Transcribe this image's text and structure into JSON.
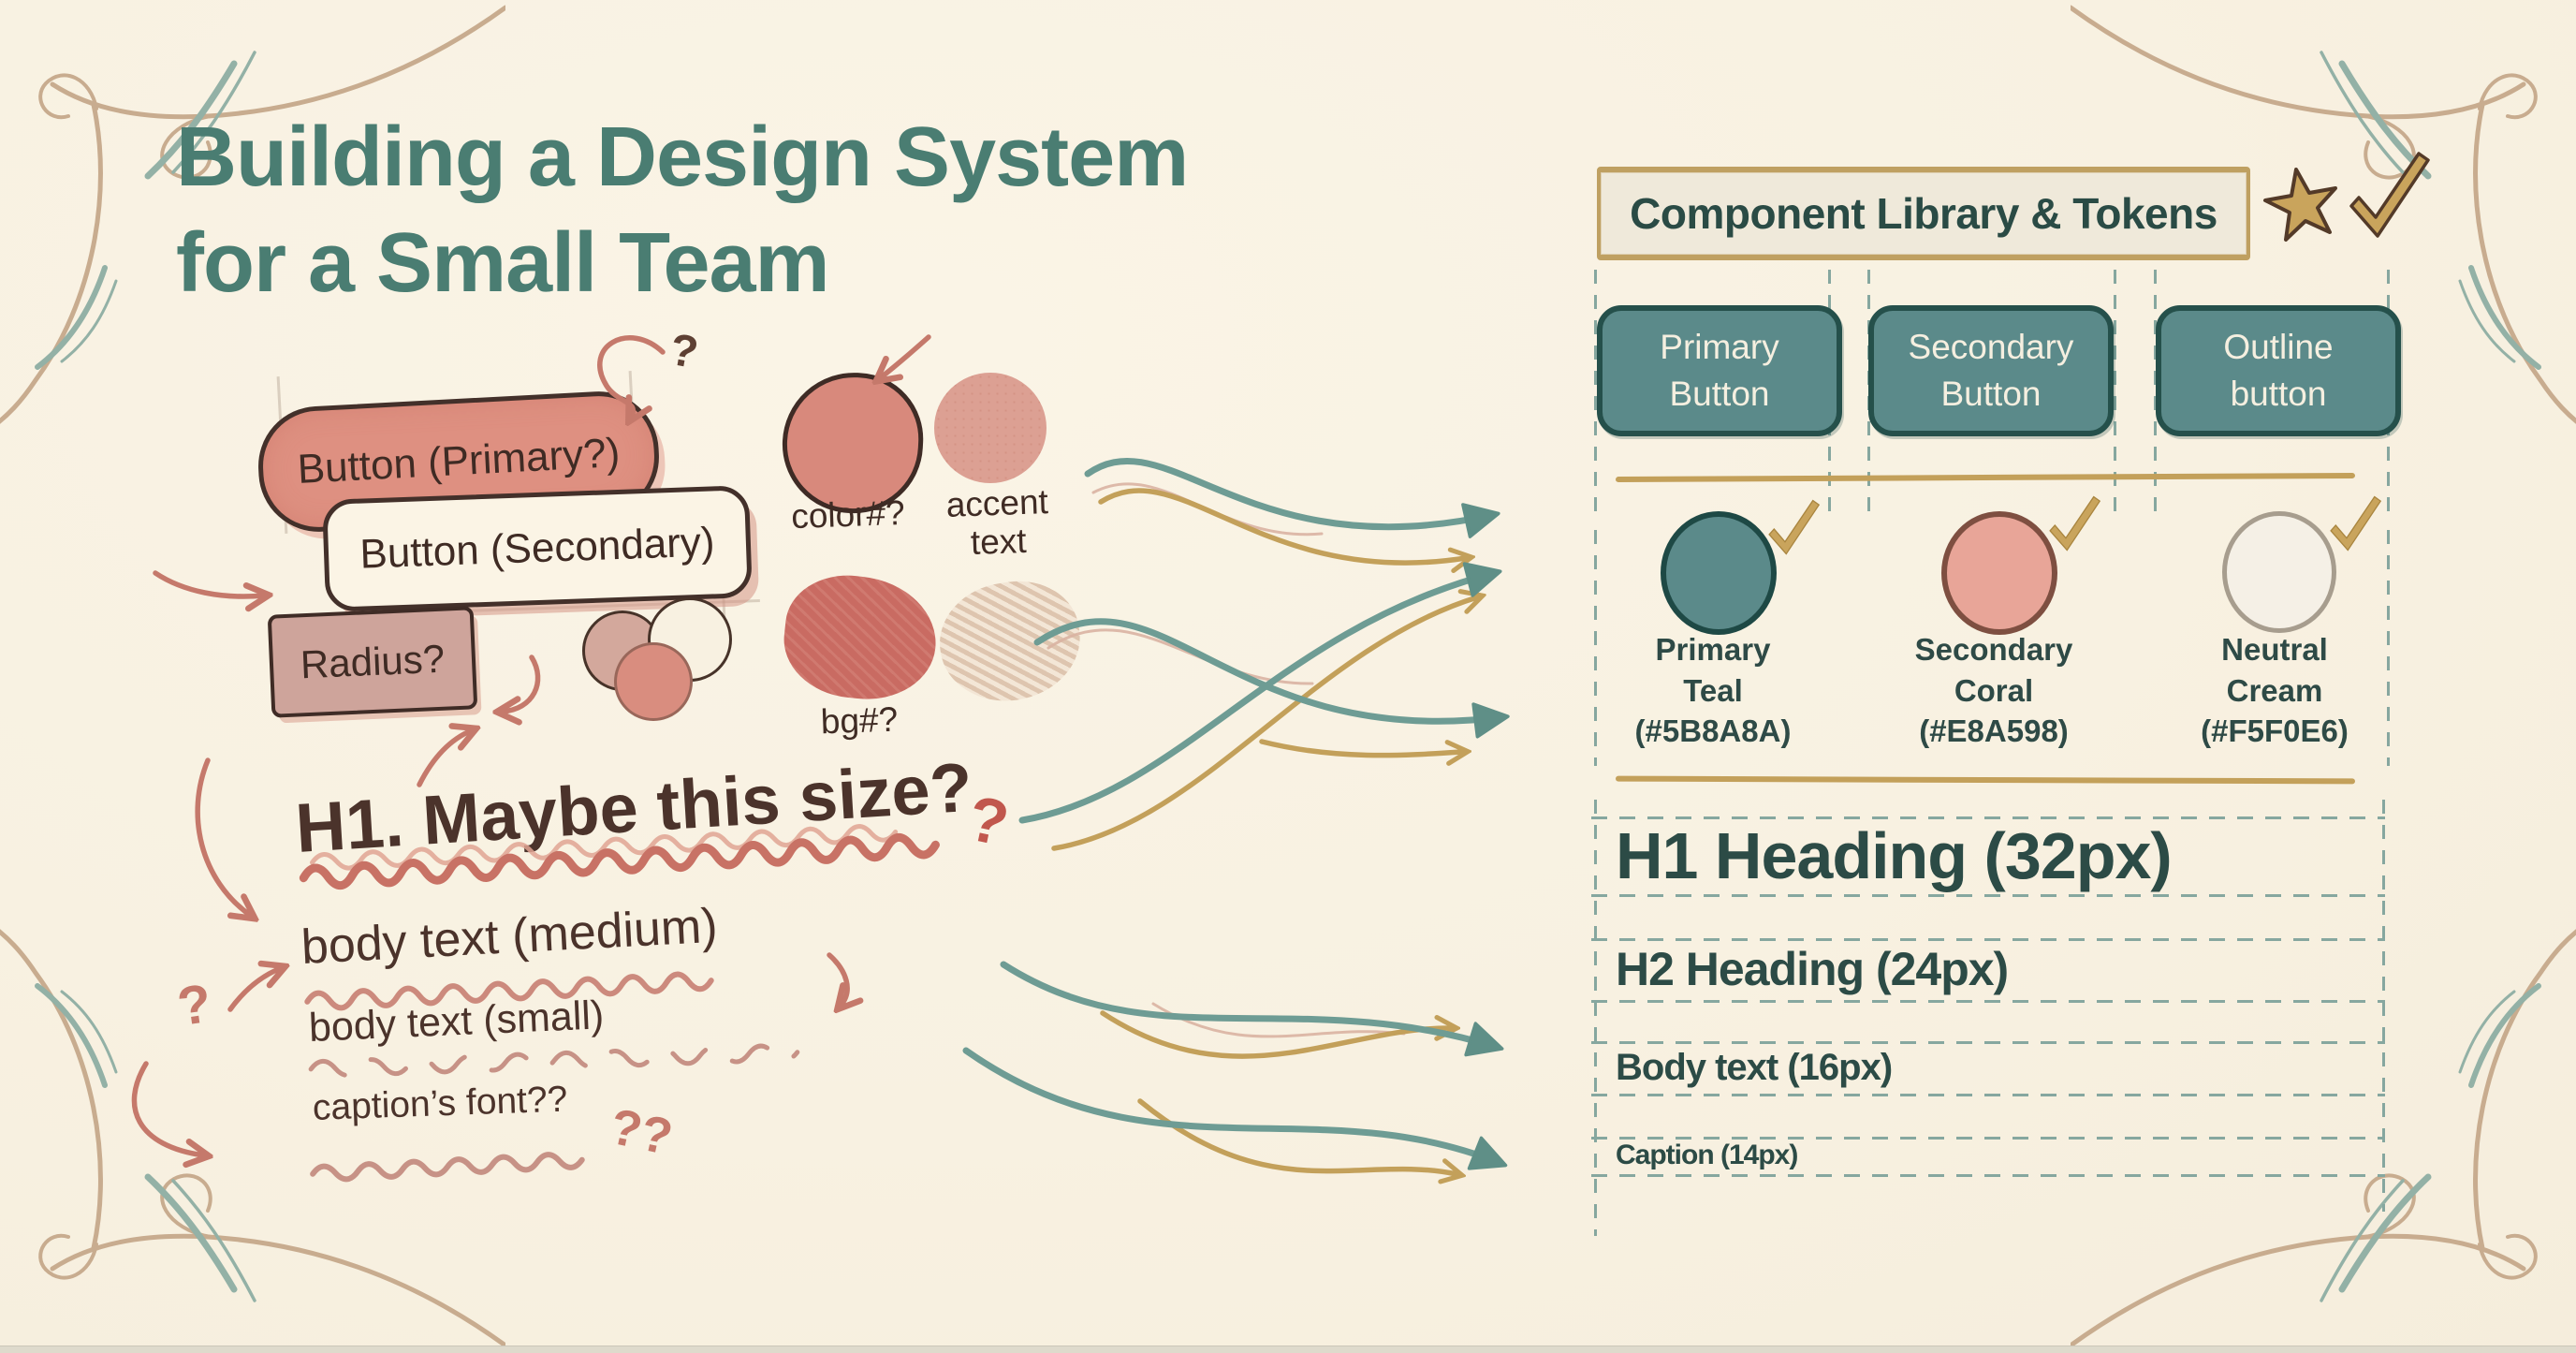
{
  "header": {
    "title_line1": "Building a Design System",
    "title_line2": "for a Small Team"
  },
  "sketch": {
    "primary_button": "Button (Primary?)",
    "secondary_button": "Button (Secondary)",
    "radius": "Radius?",
    "color_swatch_label": "color#?",
    "accent_swatch_label_1": "accent",
    "accent_swatch_label_2": "text",
    "bg_swatch_label": "bg#?",
    "h1_line": "H1. Maybe this size?",
    "h1_question_mark": "?",
    "body_medium": "body text (medium)",
    "body_small": "body text (small)",
    "caption": "caption’s font??",
    "caption_question_marks": "??",
    "stray_question_mark": "?",
    "top_question_mark": "?"
  },
  "panel": {
    "header_label": "Component Library & Tokens",
    "buttons": [
      {
        "line1": "Primary",
        "line2": "Button"
      },
      {
        "line1": "Secondary",
        "line2": "Button"
      },
      {
        "line1": "Outline",
        "line2": "button"
      }
    ],
    "swatches": [
      {
        "line1": "Primary",
        "line2": "Teal",
        "hex": "(#5B8A8A)",
        "color": "#5B8A8A"
      },
      {
        "line1": "Secondary",
        "line2": "Coral",
        "hex": "(#E8A598)",
        "color": "#E8A598"
      },
      {
        "line1": "Neutral",
        "line2": "Cream",
        "hex": "(#F5F0E6)",
        "color": "#F5F0E6"
      }
    ],
    "typography": [
      {
        "label": "H1 Heading (32px)"
      },
      {
        "label": "H2 Heading (24px)"
      },
      {
        "label": "Body text (16px)"
      },
      {
        "label": "Caption (14px)"
      }
    ]
  },
  "colors": {
    "background": "#F8F1E1",
    "title_teal": "#4A7D72",
    "sketch_ink": "#44302A",
    "sketch_coral": "#DE9081",
    "accent_red": "#C1574D",
    "rose": "#C5796B",
    "arrow_teal": "#6E9C94",
    "arrow_gold": "#C3A05A",
    "panel_ink": "#2C4B46",
    "button_teal": "#5B8A8A",
    "guide_dash": "#86A79F"
  }
}
